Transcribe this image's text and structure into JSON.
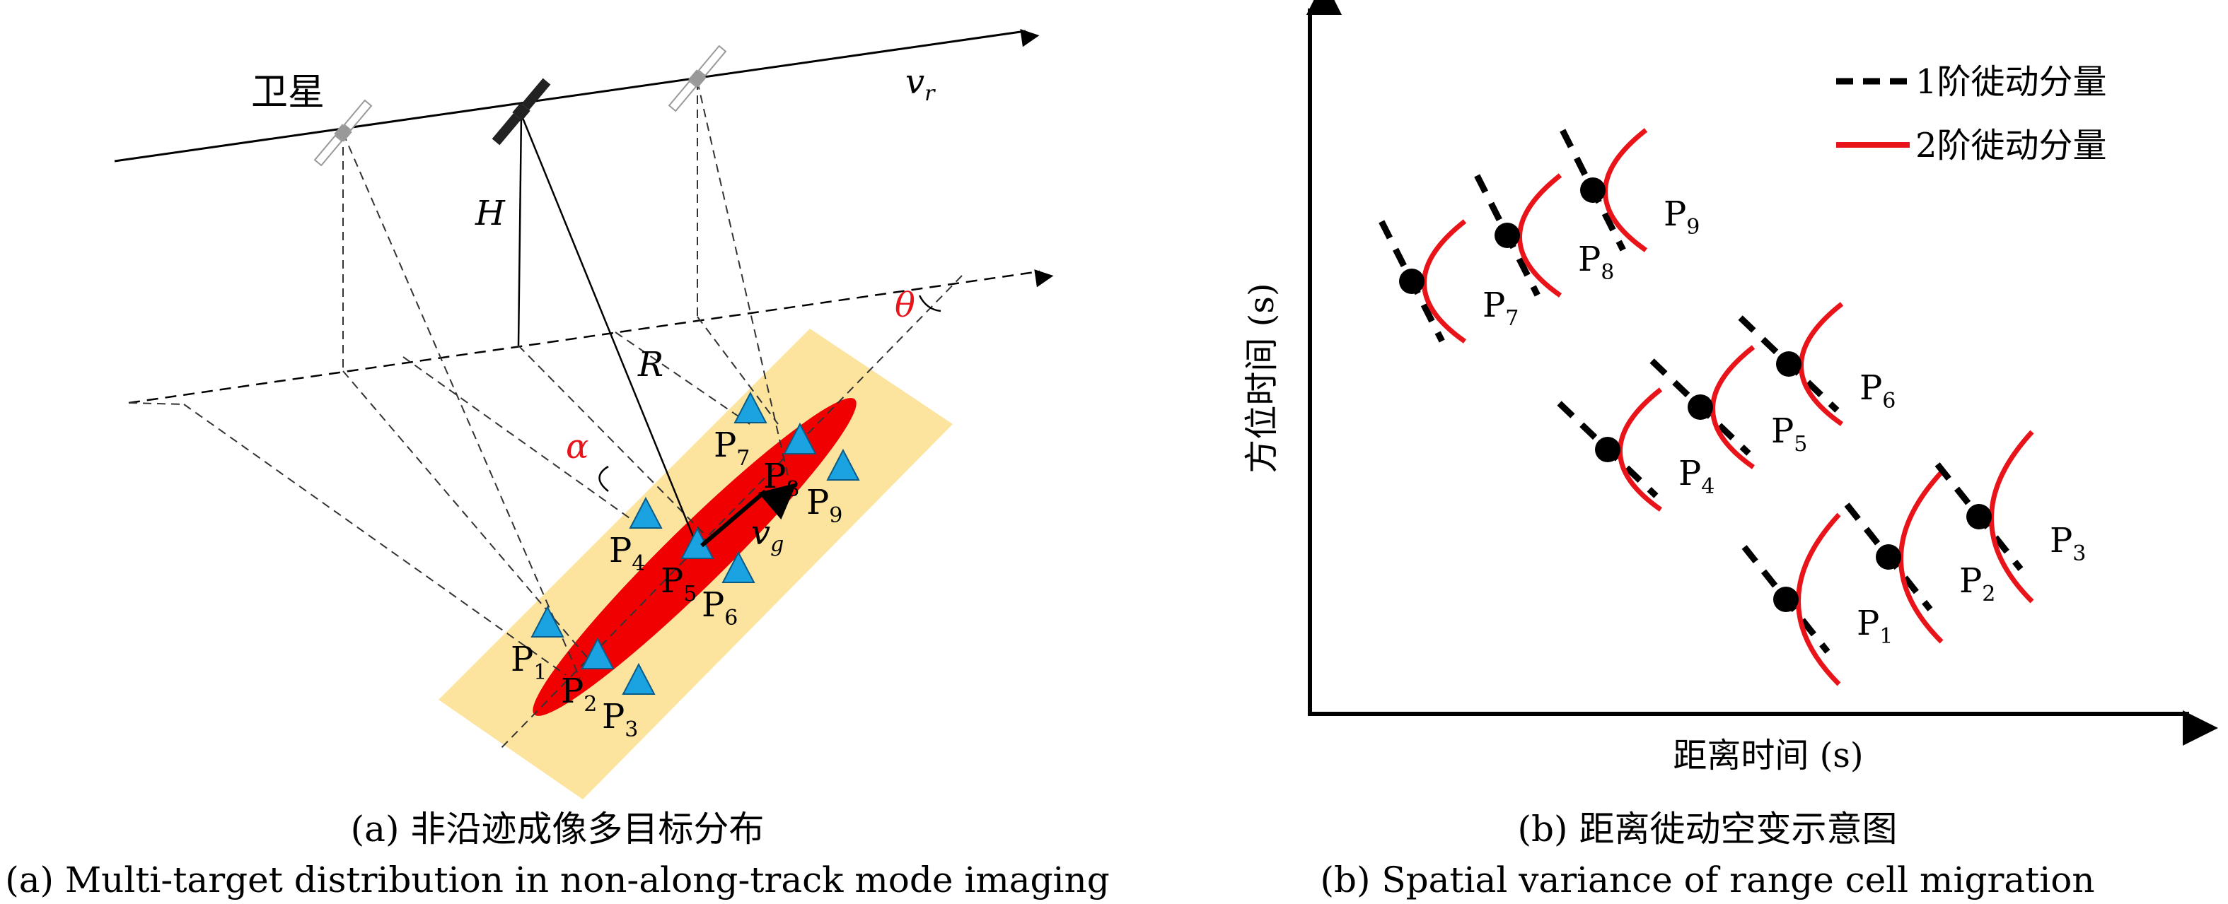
{
  "panel_a": {
    "satellite_label": "卫星",
    "velocity_radar": "v",
    "velocity_radar_sub": "r",
    "height_label": "H",
    "range_label": "R",
    "alpha_label": "α",
    "theta_label": "θ",
    "velocity_ground": "v",
    "velocity_ground_sub": "g",
    "points": [
      "1",
      "2",
      "3",
      "4",
      "5",
      "6",
      "7",
      "8",
      "9"
    ],
    "point_prefix": "P",
    "caption_cn": "(a) 非沿迹成像多目标分布",
    "caption_en": "(a) Multi-target distribution in non-along-track mode imaging"
  },
  "panel_b": {
    "legend": [
      {
        "label": "1阶徙动分量",
        "color": "#000000",
        "style": "dashed"
      },
      {
        "label": "2阶徙动分量",
        "color": "#e8141a",
        "style": "solid"
      }
    ],
    "ylabel": "方位时间 (s)",
    "xlabel": "距离时间 (s)",
    "points": [
      "1",
      "2",
      "3",
      "4",
      "5",
      "6",
      "7",
      "8",
      "9"
    ],
    "point_prefix": "P",
    "caption_cn": "(b) 距离徙动空变示意图",
    "caption_en": "(b) Spatial variance of range cell migration"
  },
  "colors": {
    "ellipse": "#f00000",
    "swath": "#fde49e",
    "target": "#1aa3e0",
    "curve": "#e8141a"
  }
}
